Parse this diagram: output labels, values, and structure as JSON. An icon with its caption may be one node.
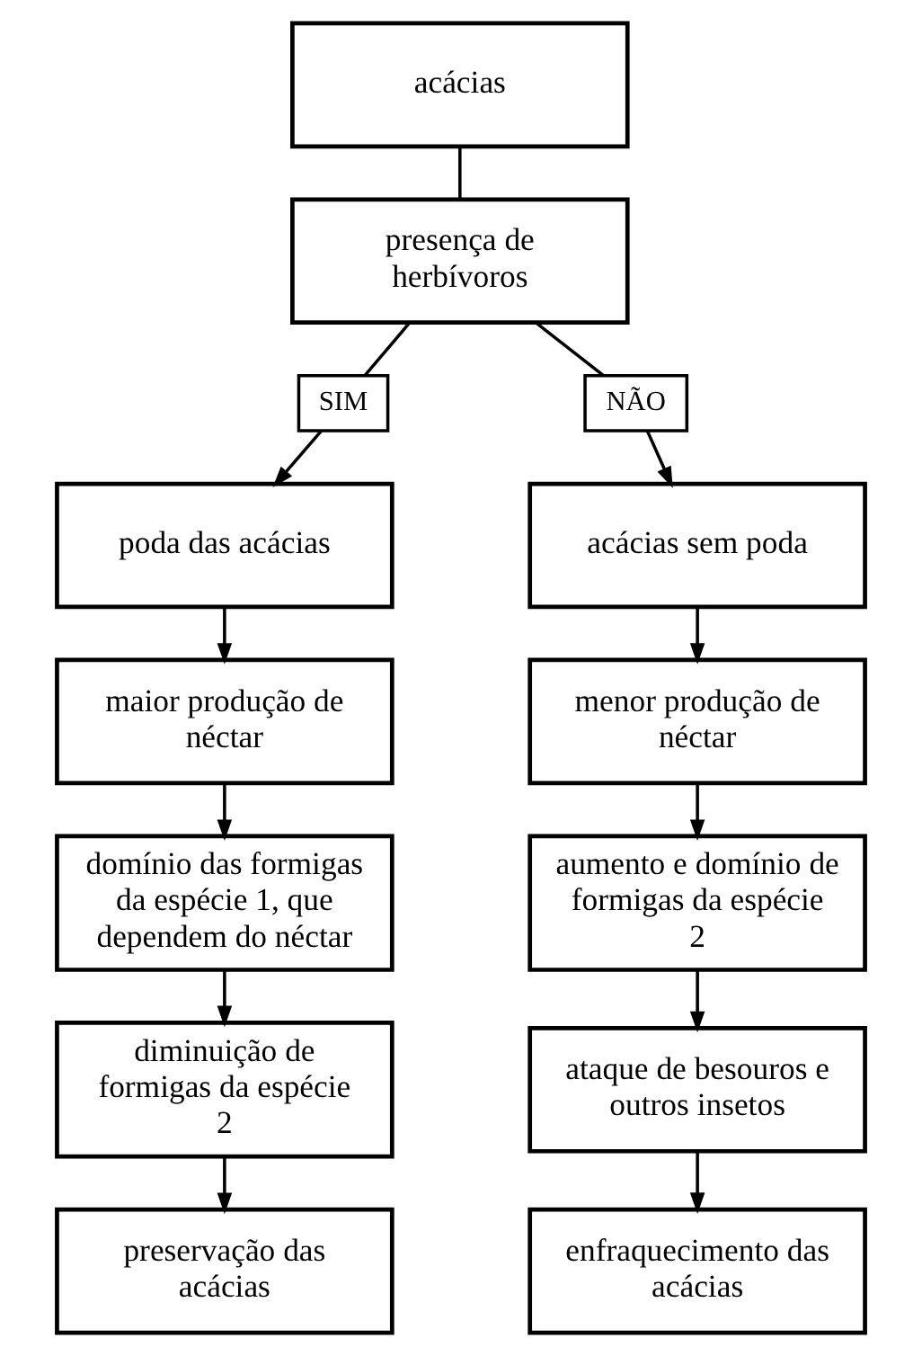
{
  "diagram": {
    "nodes": [
      {
        "text": [
          "acácias"
        ]
      },
      {
        "text": [
          "presença de herbívoros"
        ]
      },
      {
        "text": [
          "SIM"
        ]
      },
      {
        "text": [
          "NÃO"
        ]
      },
      {
        "text": [
          "poda das acácias"
        ]
      },
      {
        "text": [
          "acácias sem poda"
        ]
      },
      {
        "text": [
          "maior produção de néctar"
        ]
      },
      {
        "text": [
          "menor produção de néctar"
        ]
      },
      {
        "text": [
          "domínio das formigas da espécie 1, que dependem do néctar"
        ]
      },
      {
        "text": [
          "aumento e domínio de formigas da espécie 2"
        ]
      },
      {
        "text": [
          "diminuição de formigas da espécie 2"
        ]
      },
      {
        "text": [
          "ataque de besouros e outros insetos"
        ]
      },
      {
        "text": [
          "preservação das acácias"
        ]
      },
      {
        "text": [
          "enfraquecimento das acácias"
        ]
      }
    ],
    "edges": [
      {
        "from": 0,
        "to": 1,
        "arrow": "none"
      },
      {
        "from": 1,
        "to": 2,
        "arrow": "none"
      },
      {
        "from": 1,
        "to": 3,
        "arrow": "none"
      },
      {
        "from": 2,
        "to": 4,
        "arrow": "to"
      },
      {
        "from": 3,
        "to": 5,
        "arrow": "to"
      },
      {
        "from": 4,
        "to": 6,
        "arrow": "to"
      },
      {
        "from": 5,
        "to": 7,
        "arrow": "to"
      },
      {
        "from": 6,
        "to": 8,
        "arrow": "to"
      },
      {
        "from": 7,
        "to": 9,
        "arrow": "to"
      },
      {
        "from": 8,
        "to": 10,
        "arrow": "to"
      },
      {
        "from": 9,
        "to": 11,
        "arrow": "to"
      },
      {
        "from": 10,
        "to": 12,
        "arrow": "to"
      },
      {
        "from": 11,
        "to": 13,
        "arrow": "to"
      }
    ]
  }
}
